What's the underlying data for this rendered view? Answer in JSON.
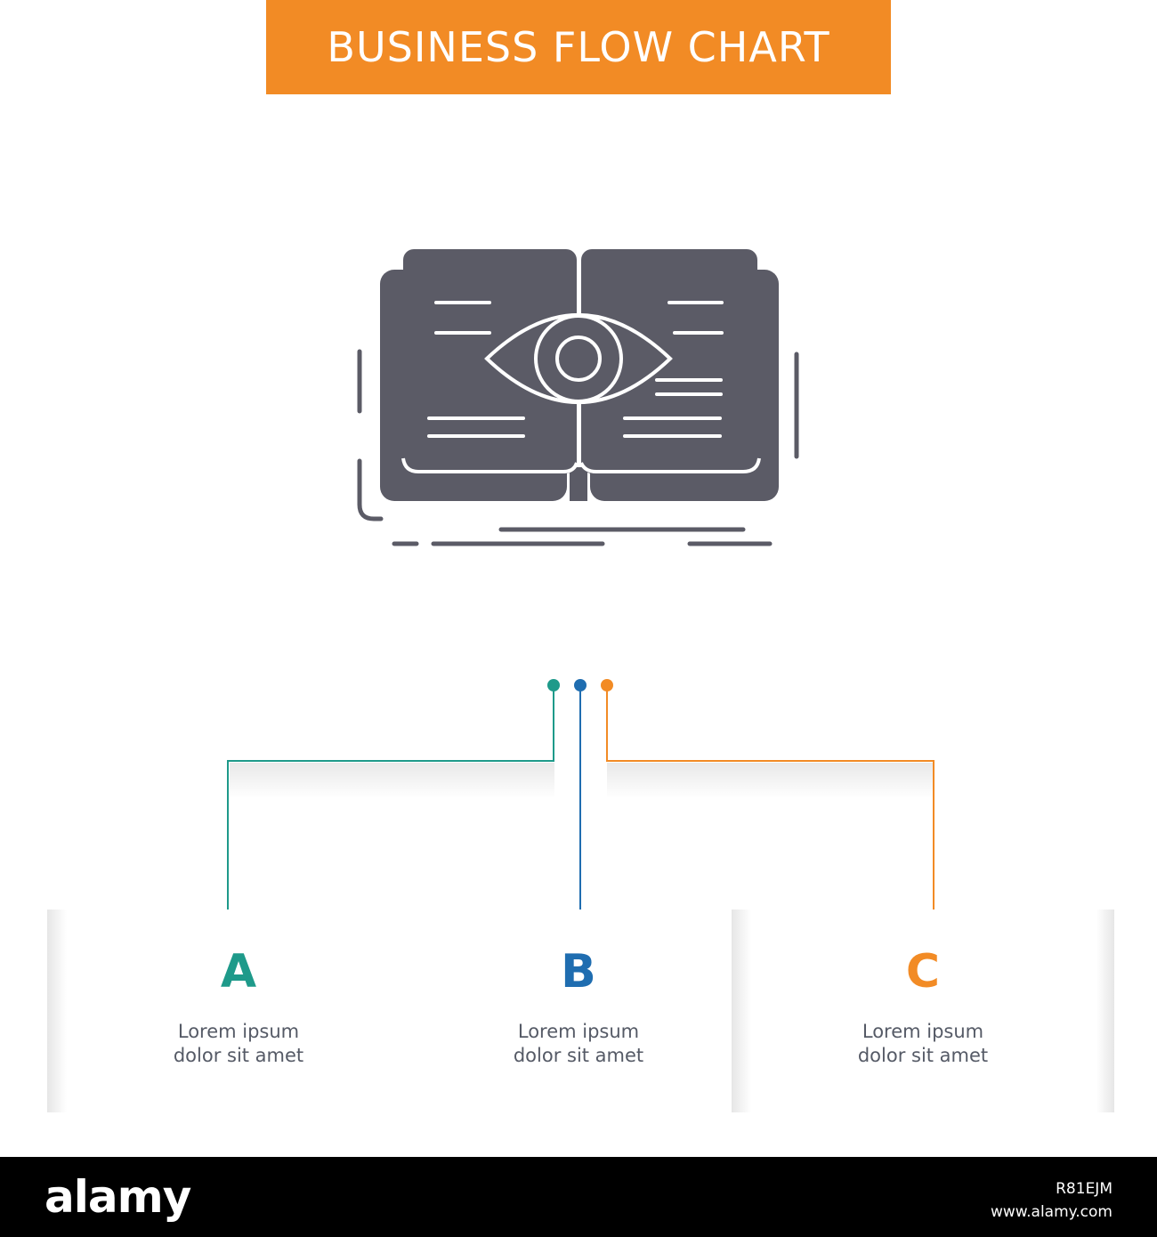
{
  "header": {
    "title": "BUSINESS FLOW CHART"
  },
  "icon": {
    "name": "book-eye-icon",
    "color": "#5b5b66"
  },
  "colors": {
    "orange": "#f28b25",
    "teal": "#1e9a8a",
    "blue": "#1f6db0",
    "text": "#555a66"
  },
  "steps": [
    {
      "letter": "A",
      "line1": "Lorem ipsum",
      "line2": "dolor sit amet",
      "color": "#1e9a8a"
    },
    {
      "letter": "B",
      "line1": "Lorem ipsum",
      "line2": "dolor sit amet",
      "color": "#1f6db0"
    },
    {
      "letter": "C",
      "line1": "Lorem ipsum",
      "line2": "dolor sit amet",
      "color": "#f28b25"
    }
  ],
  "footer": {
    "logo": "alamy",
    "image_id": "R81EJM",
    "url": "www.alamy.com"
  }
}
